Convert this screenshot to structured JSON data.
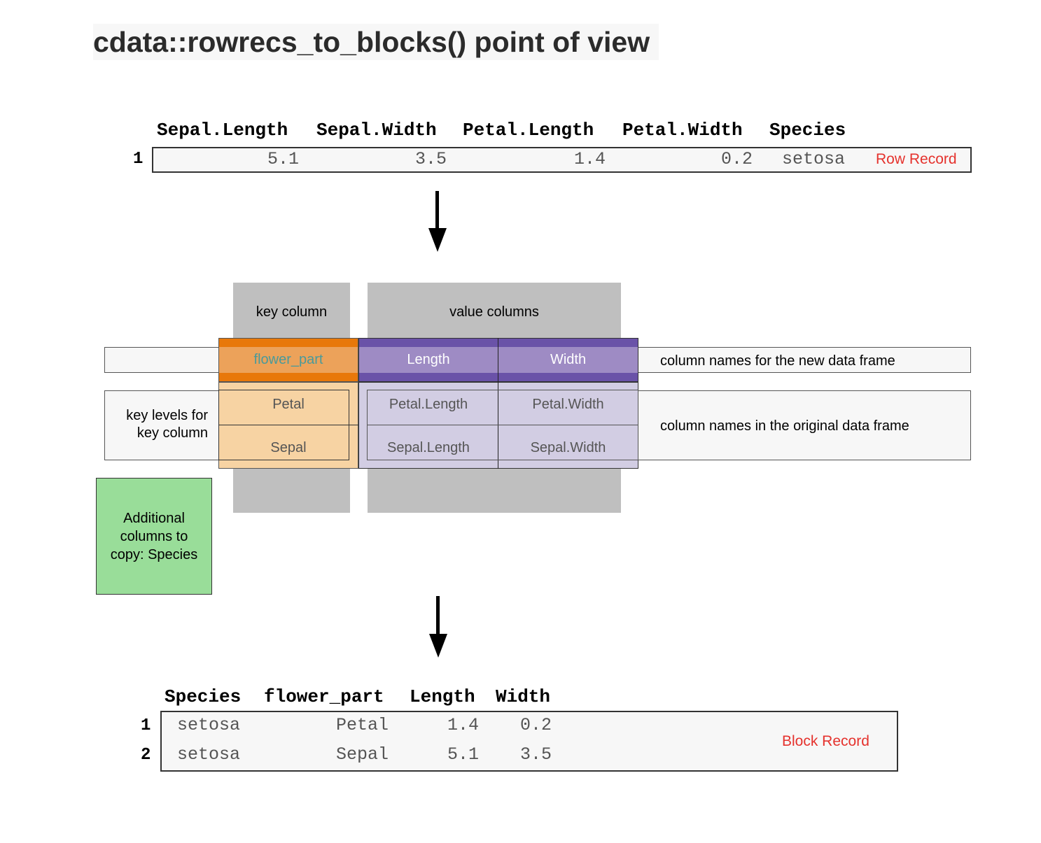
{
  "title": "cdata::rowrecs_to_blocks() point of view",
  "row_record": {
    "headers": [
      "Sepal.Length",
      "Sepal.Width",
      "Petal.Length",
      "Petal.Width",
      "Species"
    ],
    "row_number": "1",
    "values": [
      "5.1",
      "3.5",
      "1.4",
      "0.2",
      "setosa"
    ],
    "label": "Row Record"
  },
  "control_table": {
    "key_column_label": "key column",
    "value_columns_label": "value columns",
    "column_names": [
      "flower_part",
      "Length",
      "Width"
    ],
    "column_names_desc": "column names for the new data frame",
    "key_levels_label_line1": "key levels for",
    "key_levels_label_line2": "key column",
    "rows": [
      {
        "key": "Petal",
        "length": "Petal.Length",
        "width": "Petal.Width"
      },
      {
        "key": "Sepal",
        "length": "Sepal.Length",
        "width": "Sepal.Width"
      }
    ],
    "original_names_desc": "column names in the original data frame",
    "additional_line1": "Additional",
    "additional_line2": "columns to",
    "additional_line3": "copy: Species"
  },
  "block_record": {
    "headers": [
      "Species",
      "flower_part",
      "Length",
      "Width"
    ],
    "rows": [
      {
        "num": "1",
        "species": "setosa",
        "flower_part": "Petal",
        "length": "1.4",
        "width": "0.2"
      },
      {
        "num": "2",
        "species": "setosa",
        "flower_part": "Sepal",
        "length": "5.1",
        "width": "3.5"
      }
    ],
    "label": "Block Record"
  },
  "colors": {
    "orange_dark": "#e8780a",
    "orange_mid": "#eca25a",
    "orange_light": "#f7d3a3",
    "purple_dark": "#6a52a8",
    "purple_mid": "#9e8bc4",
    "purple_light": "#d2cde3",
    "gray": "#bfbfbf",
    "green": "#99dd99",
    "red": "#e5322d"
  }
}
